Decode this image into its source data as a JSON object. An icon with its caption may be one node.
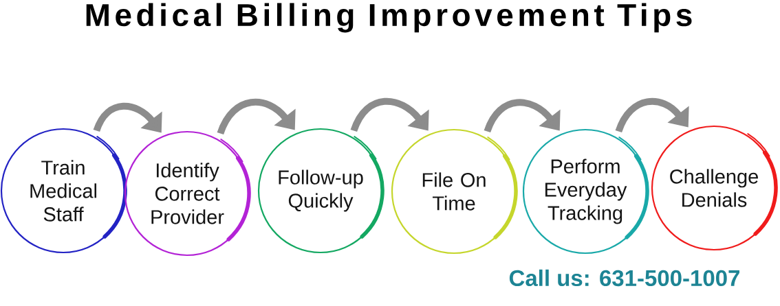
{
  "diagram": {
    "title": "Medical Billing Improvement Tips",
    "nodes": [
      {
        "text": [
          "Train Medical Staff"
        ]
      },
      {
        "text": [
          "Identify Correct Provider"
        ]
      },
      {
        "text": [
          "Follow-up Quickly"
        ]
      },
      {
        "text": [
          "File On Time"
        ]
      },
      {
        "text": [
          "Perform Everyday Tracking"
        ]
      },
      {
        "text": [
          "Challenge Denials"
        ]
      }
    ],
    "edges": [
      {
        "from": 0,
        "to": 1,
        "arrow": "to"
      },
      {
        "from": 1,
        "to": 2,
        "arrow": "to"
      },
      {
        "from": 2,
        "to": 3,
        "arrow": "to"
      },
      {
        "from": 3,
        "to": 4,
        "arrow": "to"
      },
      {
        "from": 4,
        "to": 5,
        "arrow": "to"
      }
    ],
    "labels": [
      "Call us: 631-500-1007"
    ]
  }
}
